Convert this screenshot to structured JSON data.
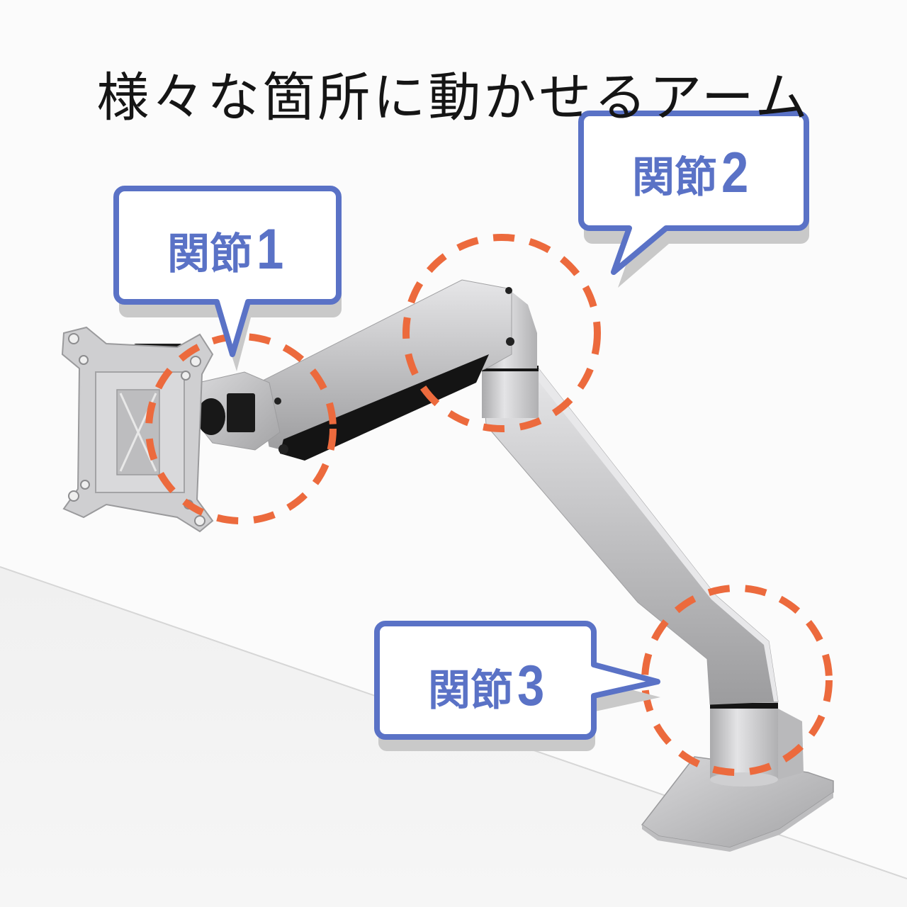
{
  "title": "様々な箇所に動かせるアーム",
  "colors": {
    "bubble_stroke": "#5a72c6",
    "bubble_text": "#5a72c6",
    "bubble_fill": "#ffffff",
    "bubble_shadow": "#c9c9c9",
    "dashed_circle": "#ec6a3d",
    "arm_silver": "#c2c2c4",
    "arm_shadow": "#8e8e90",
    "black_parts": "#1a1a1a",
    "background": "#fbfbfb",
    "desk": "#f2f2f2"
  },
  "callouts": [
    {
      "id": "joint-1",
      "label": "関節",
      "number": "1",
      "target": "monitor tilt/swivel head"
    },
    {
      "id": "joint-2",
      "label": "関節",
      "number": "2",
      "target": "elbow joint between forearm and upper arm"
    },
    {
      "id": "joint-3",
      "label": "関節",
      "number": "3",
      "target": "base rotation joint at clamp"
    }
  ],
  "product": {
    "type": "monitor-arm",
    "parts": [
      "vesa-mount-plate",
      "tilt-head",
      "gas-spring-forearm",
      "elbow-joint",
      "upper-arm",
      "base-pole",
      "desk-clamp-base"
    ]
  }
}
